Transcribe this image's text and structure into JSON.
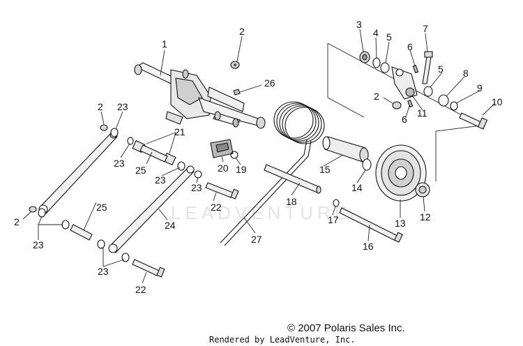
{
  "watermark": "LEADVENTURE",
  "copyright": "© 2007 Polaris Sales Inc.",
  "rendered_by": "Rendered by LeadVenture, Inc.",
  "callouts": [
    "1",
    "2",
    "2",
    "2",
    "2",
    "3",
    "4",
    "5",
    "5",
    "6",
    "6",
    "7",
    "8",
    "9",
    "10",
    "11",
    "12",
    "13",
    "14",
    "15",
    "16",
    "17",
    "18",
    "19",
    "20",
    "21",
    "22",
    "22",
    "23",
    "23",
    "23",
    "23",
    "23",
    "23",
    "24",
    "25",
    "25",
    "26",
    "27"
  ]
}
